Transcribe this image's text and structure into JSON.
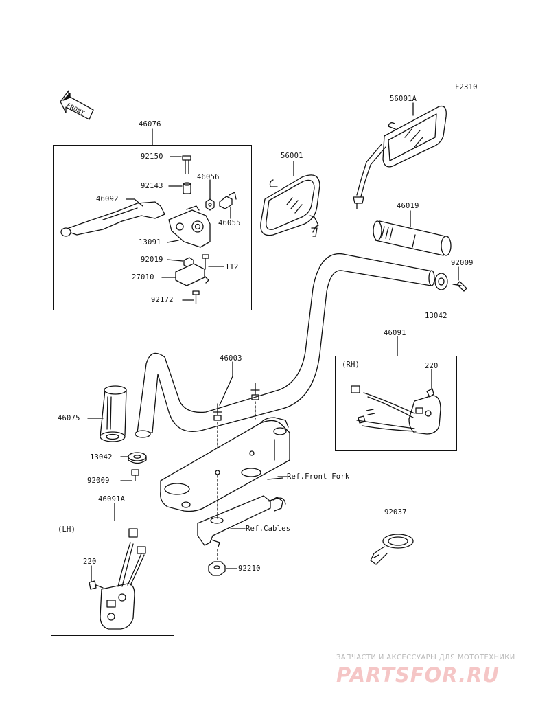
{
  "figure_code": "F2310",
  "front_label": "FRONT",
  "parts": {
    "p46076": "46076",
    "p92150": "92150",
    "p92143": "92143",
    "p46056": "46056",
    "p46092": "46092",
    "p46055": "46055",
    "p13091": "13091",
    "p92019": "92019",
    "p112": "112",
    "p27010": "27010",
    "p92172": "92172",
    "p56001A": "56001A",
    "p56001": "56001",
    "p46019": "46019",
    "p92009_r": "92009",
    "p13042_r": "13042",
    "p46091": "46091",
    "rh": "(RH)",
    "p220_r": "220",
    "p46003": "46003",
    "p46075": "46075",
    "p13042_l": "13042",
    "p92009_l": "92009",
    "ref_front_fork": "Ref.Front Fork",
    "ref_cables": "Ref.Cables",
    "p46091A": "46091A",
    "lh": "(LH)",
    "p220_l": "220",
    "p92210": "92210",
    "p92037": "92037"
  },
  "watermark": {
    "subtitle": "ЗАПЧАСТИ И АКСЕССУАРЫ ДЛЯ МОТОТЕХНИКИ",
    "logo": "PARTSFOR.RU"
  },
  "colors": {
    "ink": "#111111",
    "fill": "#ffffff",
    "watermark_logo": "#f5c6c6",
    "watermark_text": "#b9b9b9"
  }
}
